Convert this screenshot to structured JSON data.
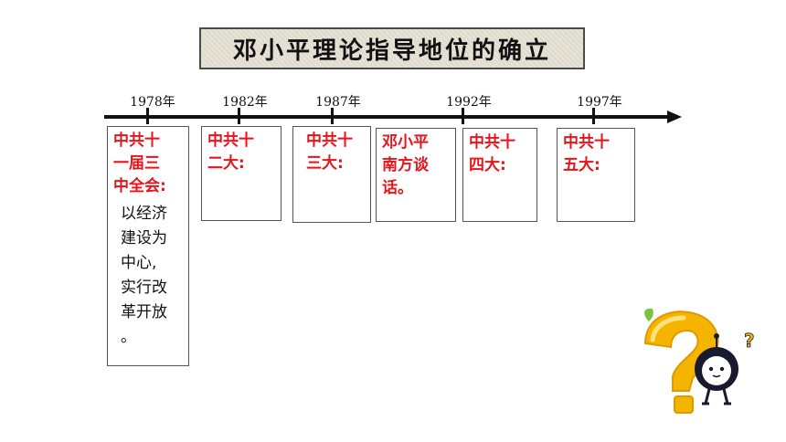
{
  "title": "邓小平理论指导地位的确立",
  "timeline": {
    "years": [
      "1978年",
      "1982年",
      "1987年",
      "1992年",
      "1997年"
    ],
    "events": [
      {
        "head": "中共十\n一届三\n中全会:",
        "body": "以经济\n建设为\n中心,\n实行改\n革开放\n。"
      },
      {
        "head": "中共十\n二大:",
        "body": ""
      },
      {
        "head": "中共十\n三大:",
        "body": ""
      },
      {
        "head": "邓小平\n南方谈\n话。",
        "body": ""
      },
      {
        "head": "中共十\n四大:",
        "body": ""
      },
      {
        "head": "中共十\n五大:",
        "body": ""
      }
    ]
  },
  "mascot": {
    "icon": "question-mascot-icon",
    "accent": "#f4b400",
    "small_mark": "?"
  },
  "colors": {
    "event_head": "#e8141c",
    "axis": "#111111",
    "title_bg": "#e7e2d6"
  }
}
